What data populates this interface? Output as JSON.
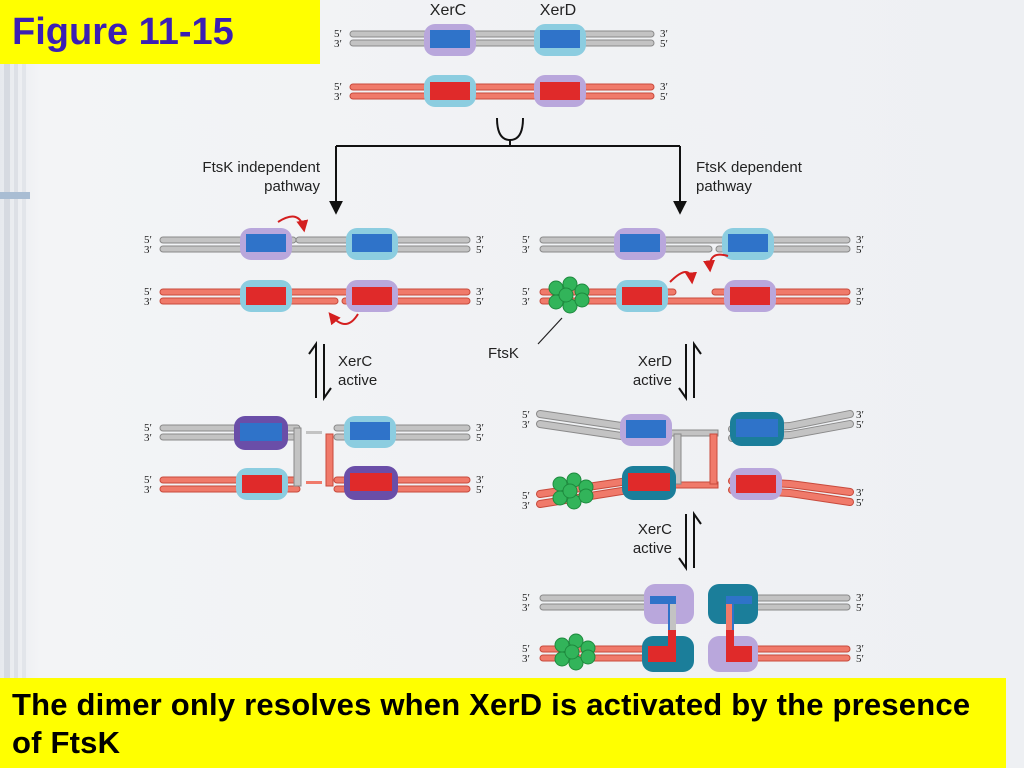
{
  "slide": {
    "figure_title": "Figure 11-15",
    "caption": "The dimer only resolves when XerD is activated by the presence of FtsK"
  },
  "diagram": {
    "top_labels": {
      "xerc": "XerC",
      "xerd": "XerD"
    },
    "strand_ends": {
      "five_prime": "5′",
      "three_prime": "3′"
    },
    "left_branch": {
      "pathway_label_line1": "FtsK independent",
      "pathway_label_line2": "pathway",
      "step_label_line1": "XerC",
      "step_label_line2": "active"
    },
    "right_branch": {
      "pathway_label_line1": "FtsK dependent",
      "pathway_label_line2": "pathway",
      "ftsk_label": "FtsK",
      "step1_label_line1": "XerD",
      "step1_label_line2": "active",
      "step2_label_line1": "XerC",
      "step2_label_line2": "active"
    },
    "colors": {
      "grey_dna": "#c3c3c3",
      "red_dna": "#f07a6a",
      "xerc_protein": "#b9a7dc",
      "xerd_protein": "#8ccde0",
      "active_xerc": "#6a4ea8",
      "active_xerd": "#1b7e9a",
      "core_blue": "#2f73c9",
      "core_red": "#e02a2a",
      "ftsk": "#32b45a",
      "caption_bg": "#ffff00",
      "title_text": "#3b1fb4"
    }
  }
}
